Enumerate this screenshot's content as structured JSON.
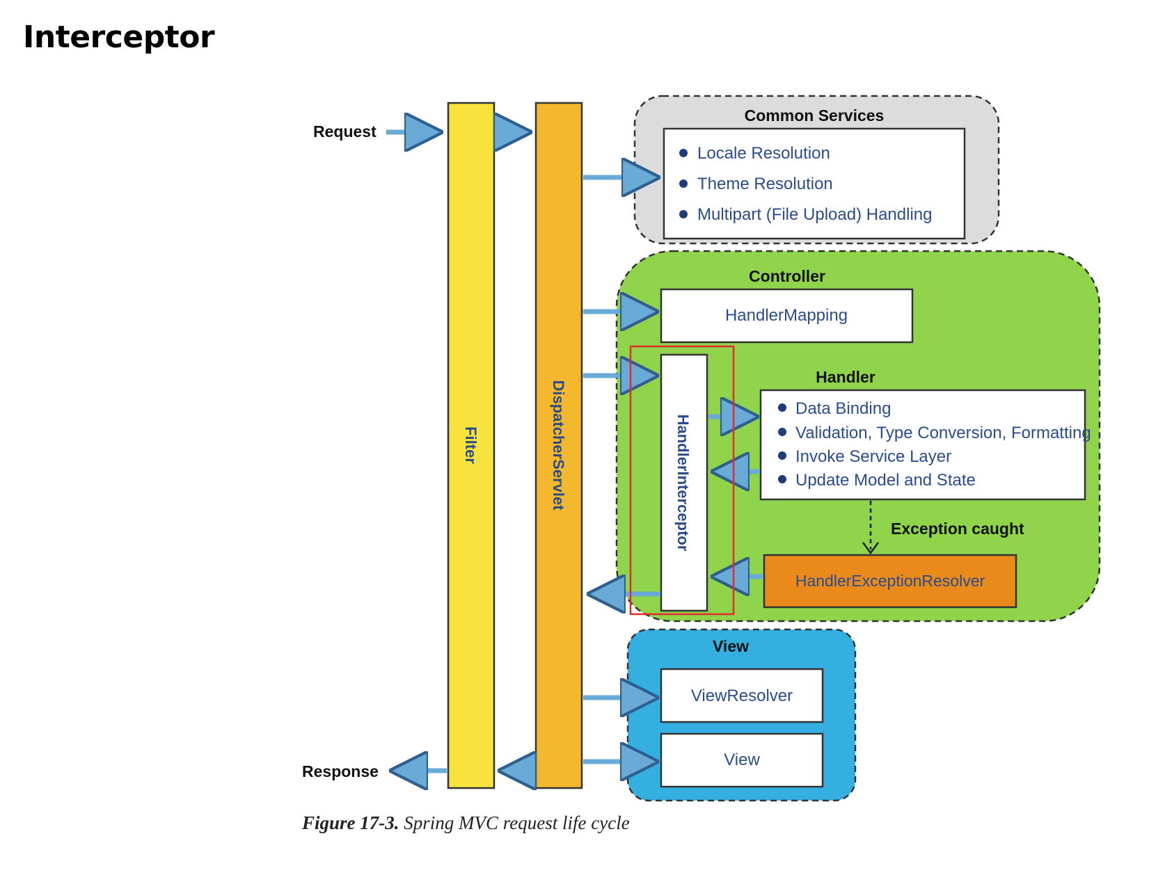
{
  "page": {
    "title": "Interceptor"
  },
  "diagram": {
    "request_label": "Request",
    "response_label": "Response",
    "filter_label": "Filter",
    "dispatcher_label": "DispatcherServlet",
    "common_services": {
      "title": "Common Services",
      "items": [
        "Locale Resolution",
        "Theme Resolution",
        "Multipart (File Upload) Handling"
      ]
    },
    "controller": {
      "title": "Controller",
      "handler_mapping": "HandlerMapping",
      "handler_interceptor": "HandlerInterceptor",
      "handler_title": "Handler",
      "handler_items": [
        "Data Binding",
        "Validation, Type Conversion, Formatting",
        "Invoke Service Layer",
        "Update Model and State"
      ],
      "exception_caught": "Exception caught",
      "exception_resolver": "HandlerExceptionResolver"
    },
    "view": {
      "title": "View",
      "view_resolver": "ViewResolver",
      "view_box": "View"
    },
    "colors": {
      "filter": "#f7e33b",
      "dispatcher": "#f3b82d",
      "common_bg": "#dcdcdc",
      "controller_bg": "#8fd44a",
      "view_bg": "#35aee0",
      "resolver": "#ea8a1a",
      "arrow": "#6aaad6",
      "highlight": "#e52b2b",
      "text_blue": "#2a4c8c"
    }
  },
  "caption": {
    "figure_label": "Figure 17-3.",
    "text": "Spring MVC request life cycle"
  }
}
